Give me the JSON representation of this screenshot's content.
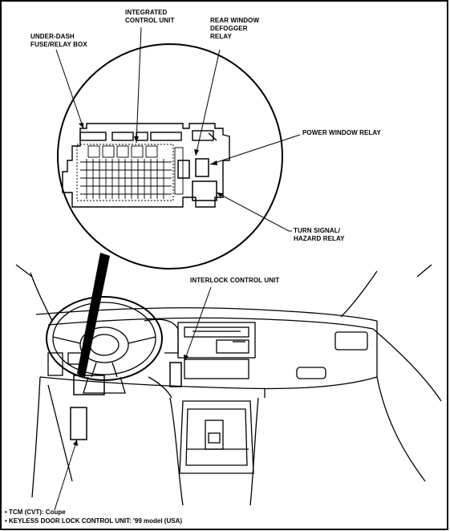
{
  "callouts": {
    "integrated_control_unit": "INTEGRATED\nCONTROL UNIT",
    "rear_window_defogger_relay": "REAR WINDOW\nDEFOGGER\nRELAY",
    "under_dash_fuse_relay_box": "UNDER-DASH\nFUSE/RELAY BOX",
    "power_window_relay": "POWER WINDOW RELAY",
    "turn_signal_hazard_relay": "TURN SIGNAL/\nHAZARD RELAY",
    "interlock_control_unit": "INTERLOCK CONTROL UNIT"
  },
  "footnotes": [
    "• TCM (CVT): Coupe",
    "• KEYLESS DOOR LOCK CONTROL UNIT: '99 model (USA)"
  ]
}
